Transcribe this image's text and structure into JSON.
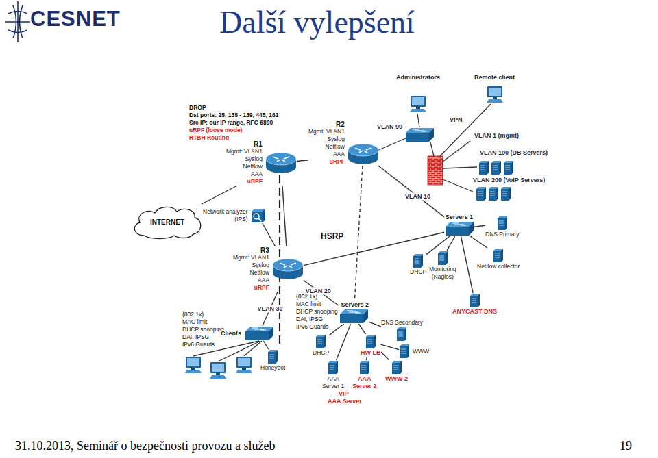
{
  "diagram": {
    "title": "Další vylepšení",
    "nodes": [
      {
        "text": [
          "Administrators"
        ]
      },
      {
        "text": [
          "Remote client"
        ]
      },
      {
        "text": [
          "R1",
          "Mgmt: VLAN1",
          "Syslog",
          "Netflow",
          "AAA",
          "uRPF"
        ]
      },
      {
        "text": [
          "R2",
          "Mgmt: VLAN1",
          "Syslog",
          "Netflow",
          "AAA",
          "uRPF"
        ]
      },
      {
        "text": [
          "INTERNET"
        ]
      },
      {
        "text": [
          "Network analyzer",
          "(IPS)"
        ]
      },
      {
        "text": [
          "R3",
          "Mgmt: VLAN1",
          "Syslog",
          "Netflow",
          "AAA",
          "uRPF"
        ]
      },
      {
        "text": [
          "Servers 1"
        ]
      },
      {
        "text": [
          "DNS Primary"
        ]
      },
      {
        "text": [
          "DHCP"
        ]
      },
      {
        "text": [
          "Monitoring",
          "(Nagios)"
        ]
      },
      {
        "text": [
          "Netflow collector"
        ]
      },
      {
        "text": [
          "ANYCAST DNS"
        ]
      },
      {
        "text": [
          "Clients"
        ]
      },
      {
        "text": [
          "Servers 2"
        ]
      },
      {
        "text": [
          "DNS Secondary"
        ]
      },
      {
        "text": [
          "Honeypot"
        ]
      },
      {
        "text": [
          "DHCP"
        ]
      },
      {
        "text": [
          "HW LB"
        ]
      },
      {
        "text": [
          "WWW"
        ]
      },
      {
        "text": [
          "AAA",
          "Server 1"
        ]
      },
      {
        "text": [
          "AAA",
          "Server 2"
        ]
      },
      {
        "text": [
          "WWW 2"
        ]
      }
    ],
    "edges": [
      {
        "from": 2,
        "to": 4,
        "arrow": "none"
      },
      {
        "from": 2,
        "to": 3,
        "arrow": "none"
      },
      {
        "from": 2,
        "to": 6,
        "arrow": "none"
      },
      {
        "from": 5,
        "to": 6,
        "arrow": "none"
      },
      {
        "from": 3,
        "to": 7,
        "label": "VLAN 10",
        "arrow": "none"
      },
      {
        "from": 3,
        "to": 14,
        "arrow": "none"
      },
      {
        "from": 6,
        "to": 7,
        "arrow": "none"
      },
      {
        "from": 6,
        "to": 14,
        "label": "VLAN 20",
        "arrow": "none"
      },
      {
        "from": 6,
        "to": 13,
        "label": "VLAN 30",
        "arrow": "none"
      },
      {
        "from": 7,
        "to": 8,
        "arrow": "none"
      },
      {
        "from": 7,
        "to": 9,
        "arrow": "none"
      },
      {
        "from": 7,
        "to": 10,
        "arrow": "none"
      },
      {
        "from": 7,
        "to": 11,
        "arrow": "none"
      },
      {
        "from": 7,
        "to": 12,
        "arrow": "none"
      },
      {
        "from": 13,
        "to": 16,
        "arrow": "none"
      },
      {
        "from": 14,
        "to": 15,
        "arrow": "none"
      },
      {
        "from": 14,
        "to": 17,
        "arrow": "none"
      },
      {
        "from": 14,
        "to": 18,
        "arrow": "none"
      },
      {
        "from": 14,
        "to": 20,
        "arrow": "none"
      },
      {
        "from": 18,
        "to": 19,
        "arrow": "none"
      },
      {
        "from": 18,
        "to": 21,
        "arrow": "none"
      },
      {
        "from": 18,
        "to": 22,
        "arrow": "none"
      }
    ],
    "labels": [
      "CESNET",
      "DROP",
      "Dst ports: 25, 135 - 139, 445, 161",
      "Src IP: our IP range, RFC 6890",
      "uRPF (loose mode)",
      "RTBH Routing",
      "VLAN 99",
      "VPN",
      "VLAN 1 (mgmt)",
      "VLAN 100 (DB Servers)",
      "VLAN 200 (VoIP Servers)",
      "HSRP",
      "(802.1x)",
      "MAC limit",
      "DHCP snooping",
      "DAI, IPSG",
      "IPv6 Guards",
      "(802.1x)",
      "MAC limit",
      "DHCP snooping",
      "DAI, IPSG",
      "IPv6 Guards",
      "VIP",
      "AAA Server",
      "31.10.2013, Seminář o bezpečnosti provozu a služeb",
      "19"
    ]
  }
}
